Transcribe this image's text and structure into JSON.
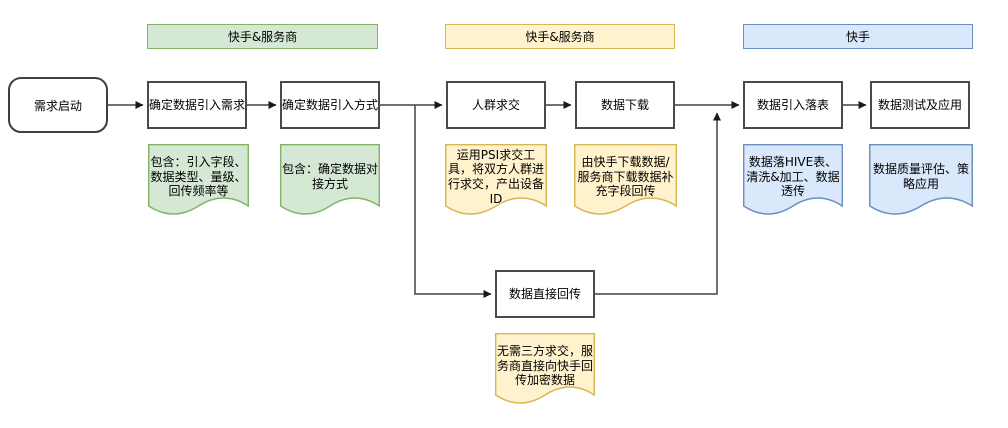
{
  "diagram": {
    "lanes": [
      {
        "label": "快手&服务商",
        "theme": "green",
        "fill": "#d5e8d4",
        "border": "#82b366"
      },
      {
        "label": "快手&服务商",
        "theme": "yellow",
        "fill": "#fff2cc",
        "border": "#d6b656"
      },
      {
        "label": "快手",
        "theme": "blue",
        "fill": "#dae8fc",
        "border": "#6c8ebf"
      }
    ],
    "start": {
      "label": "需求启动"
    },
    "steps": [
      {
        "label": "确定数据引入需求"
      },
      {
        "label": "确定数据引入方式"
      },
      {
        "label": "人群求交"
      },
      {
        "label": "数据下载"
      },
      {
        "label": "数据引入落表"
      },
      {
        "label": "数据测试及应用"
      },
      {
        "label": "数据直接回传"
      }
    ],
    "notes": [
      {
        "theme": "green",
        "text": "包含：引入字段、数据类型、量级、回传频率等"
      },
      {
        "theme": "green",
        "text": "包含：确定数据对接方式"
      },
      {
        "theme": "yellow",
        "text": "运用PSI求交工具，将双方人群进行求交，产出设备ID"
      },
      {
        "theme": "yellow",
        "text": "由快手下载数据/服务商下载数据补充字段回传"
      },
      {
        "theme": "blue",
        "text": "数据落HIVE表、清洗&加工、数据透传"
      },
      {
        "theme": "blue",
        "text": "数据质量评估、策略应用"
      },
      {
        "theme": "yellow",
        "text": "无需三方求交，服务商直接向快手回传加密数据"
      }
    ],
    "node_colors": {
      "box_fill": "#ffffff",
      "box_border": "#4a4a4a",
      "connector": "#424242"
    }
  }
}
